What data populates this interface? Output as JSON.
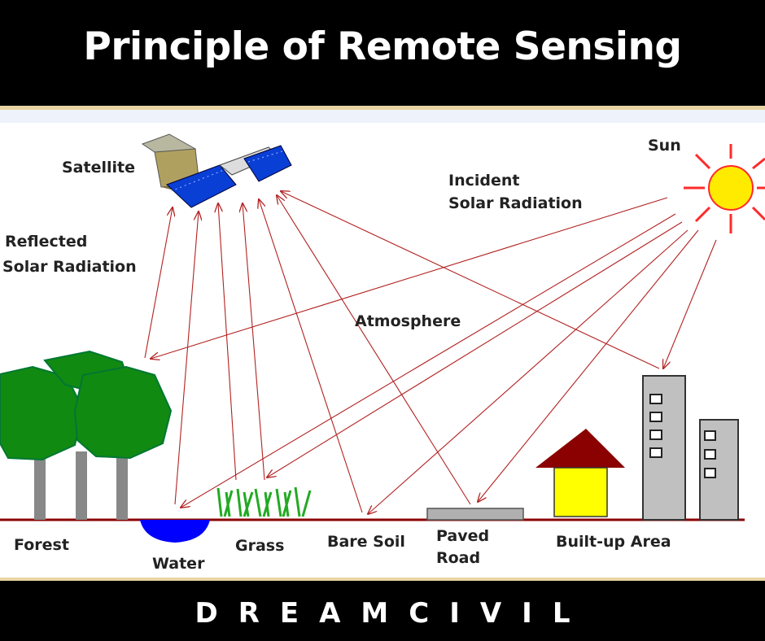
{
  "header": {
    "title": "Principle of Remote Sensing"
  },
  "labels": {
    "satellite": "Satellite",
    "sun": "Sun",
    "incident_1": "Incident",
    "incident_2": "Solar Radiation",
    "reflected_1": "Reflected",
    "reflected_2": "Solar Radiation",
    "atmosphere": "Atmosphere",
    "forest": "Forest",
    "water": "Water",
    "grass": "Grass",
    "bare_soil": "Bare Soil",
    "paved_1": "Paved",
    "paved_2": "Road",
    "builtup": "Built-up Area"
  },
  "footer": {
    "brand": "DREAMCIVIL"
  },
  "colors": {
    "arrow": "#b22222",
    "sun": "#ffeb00",
    "sun_rays": "#ff2a2a",
    "tree": "#118a11",
    "water": "#0000ff",
    "grass": "#22aa22",
    "roof": "#8b0000",
    "house": "#ffff00",
    "building": "#c0c0c0"
  }
}
